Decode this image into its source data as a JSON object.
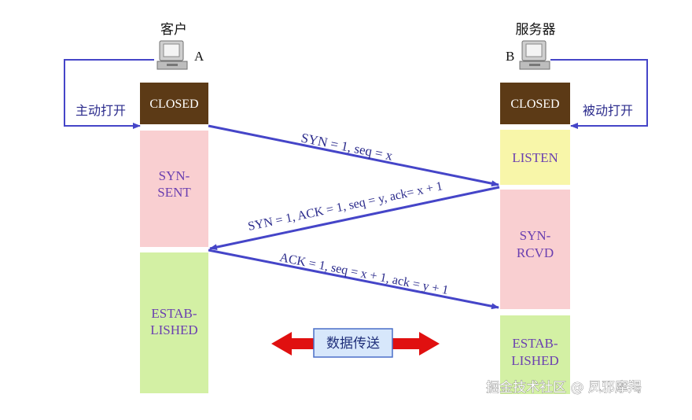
{
  "client": {
    "title": "客户",
    "host_label": "A",
    "action_label": "主动打开",
    "states": [
      "CLOSED",
      "SYN-SENT",
      "ESTAB-LISHED"
    ]
  },
  "server": {
    "title": "服务器",
    "host_label": "B",
    "action_label": "被动打开",
    "states": [
      "CLOSED",
      "LISTEN",
      "SYN-RCVD",
      "ESTAB-LISHED"
    ]
  },
  "messages": {
    "m1": "SYN = 1, seq = x",
    "m2": "SYN = 1, ACK = 1, seq = y, ack= x + 1",
    "m3": "ACK = 1, seq = x + 1, ack = y + 1"
  },
  "data_transfer_label": "数据传送",
  "watermark": "掘金技术社区 @ 凤邪摩羯",
  "colors": {
    "closed": "#5c3a16",
    "syn_sent": "#f9cfd1",
    "established": "#d3f0a4",
    "listen": "#f8f6a9",
    "syn_rcvd": "#f9cfd1",
    "arrow": "#4545c8",
    "double_arrow": "#e01010",
    "transfer_box": "#d7e7fb"
  }
}
